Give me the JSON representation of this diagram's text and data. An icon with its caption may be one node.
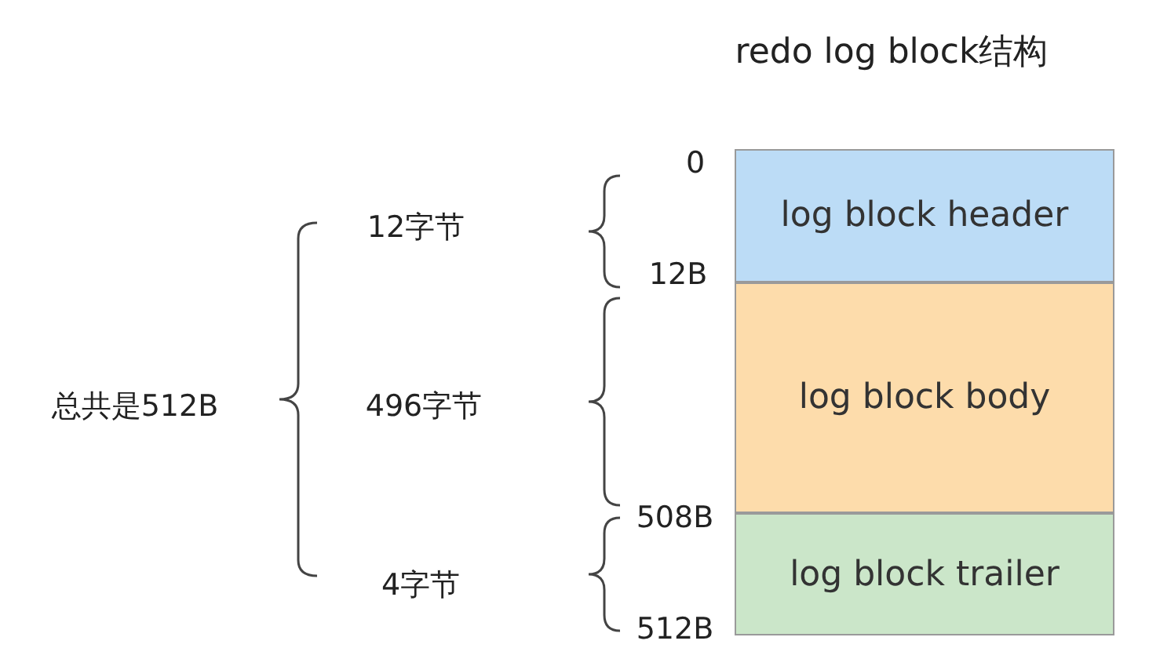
{
  "diagram": {
    "title": "redo log block结构",
    "nodes": [
      {
        "text": [
          "log block header"
        ]
      },
      {
        "text": [
          "log block body"
        ]
      },
      {
        "text": [
          "log block trailer"
        ]
      }
    ],
    "labels": [
      "0",
      "12字节",
      "12B",
      "总共是512B",
      "496字节",
      "508B",
      "4字节",
      "512B"
    ]
  }
}
